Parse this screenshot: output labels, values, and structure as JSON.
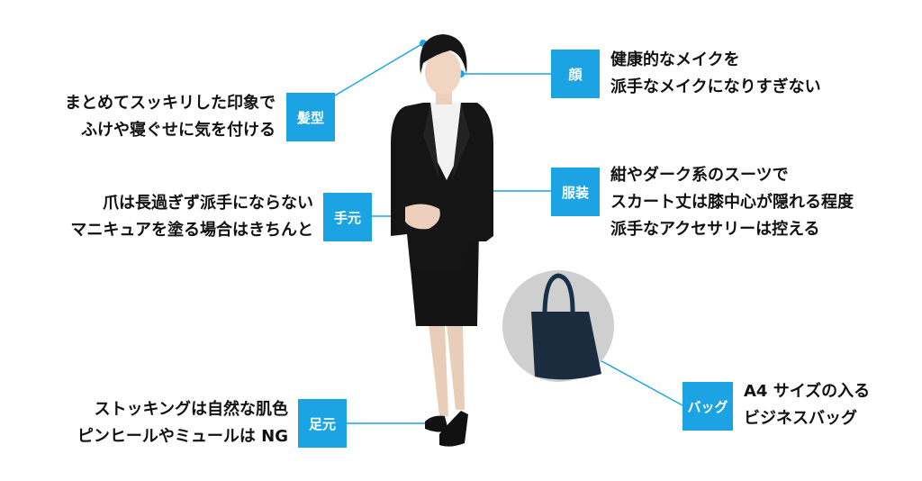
{
  "hair": {
    "label": "髪型",
    "lines": [
      "まとめてスッキリした印象で",
      "ふけや寝ぐせに気を付ける"
    ]
  },
  "face": {
    "label": "顔",
    "lines": [
      "健康的なメイクを",
      "派手なメイクになりすぎない"
    ]
  },
  "hands": {
    "label": "手元",
    "lines": [
      "爪は長過ぎず派手にならない",
      "マニキュアを塗る場合はきちんと"
    ]
  },
  "clothing": {
    "label": "服装",
    "lines": [
      "紺やダーク系のスーツで",
      "スカート丈は膝中心が隠れる程度",
      "派手なアクセサリーは控える"
    ]
  },
  "feet": {
    "label": "足元",
    "lines": [
      "ストッキングは自然な肌色",
      "ピンヒールやミュールは NG"
    ]
  },
  "bag": {
    "label": "バッグ",
    "lines": [
      "A4 サイズの入る",
      "ビジネスバッグ"
    ]
  },
  "colors": {
    "accent": "#1ca3e3",
    "suit": "#121212",
    "bag_circle": "#cfcfcf"
  }
}
